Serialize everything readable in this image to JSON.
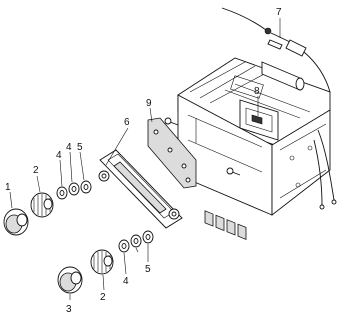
{
  "diagram": {
    "callouts": {
      "c1": "1",
      "c2a": "2",
      "c2b": "2",
      "c3": "3",
      "c4a": "4",
      "c4b": "4",
      "c4c": "4",
      "c5a": "5",
      "c5b": "5",
      "c6": "6",
      "c7": "7",
      "c8": "8",
      "c9": "9"
    },
    "part_icons": {
      "knob_outer": "knob-icon",
      "knob_inner": "knob-inner-icon",
      "washer": "washer-icon",
      "nut": "nut-icon",
      "panel": "escutcheon-panel-icon",
      "bracket": "bracket-icon",
      "radio_unit": "radio-unit-icon",
      "antenna_lead": "antenna-lead-icon"
    }
  }
}
